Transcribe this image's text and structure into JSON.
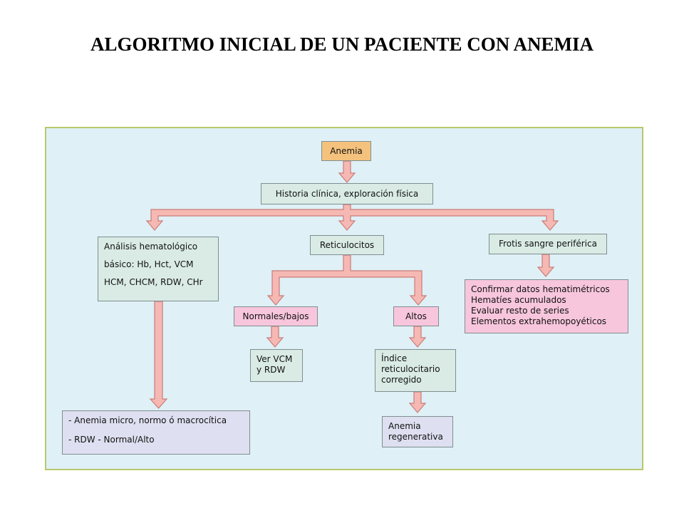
{
  "title": "ALGORITMO INICIAL DE UN PACIENTE CON ANEMIA",
  "colors": {
    "background": "#dff0f7",
    "frame": "#b9c86a",
    "arrow_fill": "#f6b8b3",
    "arrow_stroke": "#c97c78",
    "box_teal": "#d9ebe4",
    "box_orange": "#f5c27e",
    "box_pink": "#f7c6dc",
    "box_lavender": "#dedff0"
  },
  "nodes": {
    "anemia": "Anemia",
    "historia": "Historia clínica, exploración física",
    "analisis": [
      "Análisis hematológico",
      "básico: Hb, Hct, VCM",
      "HCM, CHCM, RDW, CHr"
    ],
    "reticulocitos": "Reticulocitos",
    "frotis": "Frotis sangre periférica",
    "confirmar": [
      "Confirmar datos hematimétricos",
      "Hematíes acumulados",
      "Evaluar resto de series",
      "Elementos extrahemopoyéticos"
    ],
    "normales": "Normales/bajos",
    "altos": "Altos",
    "ver_vcm": [
      "Ver VCM",
      "y RDW"
    ],
    "indice": [
      "Índice",
      "reticulocitario",
      "corregido"
    ],
    "anemia_micro": [
      "- Anemia micro, normo ó macrocítica",
      "- RDW - Normal/Alto"
    ],
    "anemia_reg": [
      "Anemia",
      "regenerativa"
    ]
  }
}
